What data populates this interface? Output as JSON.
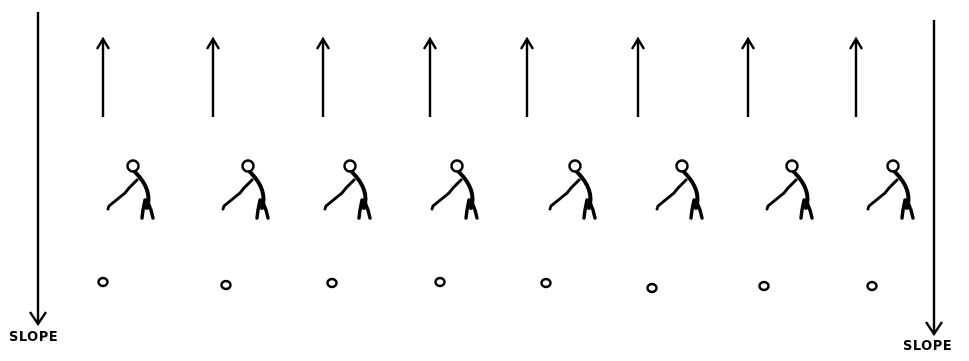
{
  "diagram": {
    "slope_label_left": "SLOPE",
    "slope_label_right": "SLOPE",
    "golfer_count": 8,
    "icons": {
      "slope_arrow": "down-arrow-icon",
      "direction_arrow": "up-arrow-icon",
      "golfer": "golfer-icon",
      "ball": "golf-ball-icon"
    },
    "colors": {
      "ink": "#000000",
      "background": "#ffffff"
    }
  }
}
